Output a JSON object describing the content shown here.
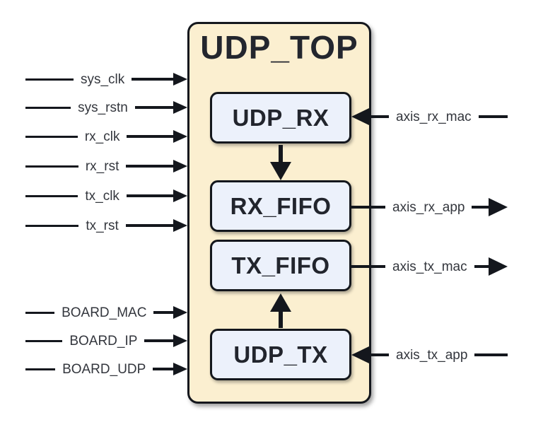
{
  "diagram": {
    "title": "UDP_TOP",
    "type": "hardware-block-diagram",
    "blocks": [
      {
        "id": "udp_rx",
        "label": "UDP_RX"
      },
      {
        "id": "rx_fifo",
        "label": "RX_FIFO"
      },
      {
        "id": "tx_fifo",
        "label": "TX_FIFO"
      },
      {
        "id": "udp_tx",
        "label": "UDP_TX"
      }
    ],
    "internal_arrows": [
      {
        "from": "UDP_RX",
        "to": "RX_FIFO",
        "direction": "down"
      },
      {
        "from": "UDP_TX",
        "to": "TX_FIFO",
        "direction": "up"
      }
    ],
    "left_inputs": [
      {
        "label": "sys_clk"
      },
      {
        "label": "sys_rstn"
      },
      {
        "label": "rx_clk"
      },
      {
        "label": "rx_rst"
      },
      {
        "label": "tx_clk"
      },
      {
        "label": "tx_rst"
      },
      {
        "label": "BOARD_MAC"
      },
      {
        "label": "BOARD_IP"
      },
      {
        "label": "BOARD_UDP"
      }
    ],
    "right_ports": [
      {
        "label": "axis_rx_mac",
        "direction": "in",
        "connects_to": "UDP_RX"
      },
      {
        "label": "axis_rx_app",
        "direction": "out",
        "connects_to": "RX_FIFO"
      },
      {
        "label": "axis_tx_mac",
        "direction": "out",
        "connects_to": "TX_FIFO"
      },
      {
        "label": "axis_tx_app",
        "direction": "in",
        "connects_to": "UDP_TX"
      }
    ],
    "colors": {
      "container_fill": "#FBEFD0",
      "block_fill": "#ECF1FB",
      "line": "#14171d",
      "title_text": "#23262e",
      "signal_text": "#33363d",
      "background": "#ffffff"
    }
  }
}
